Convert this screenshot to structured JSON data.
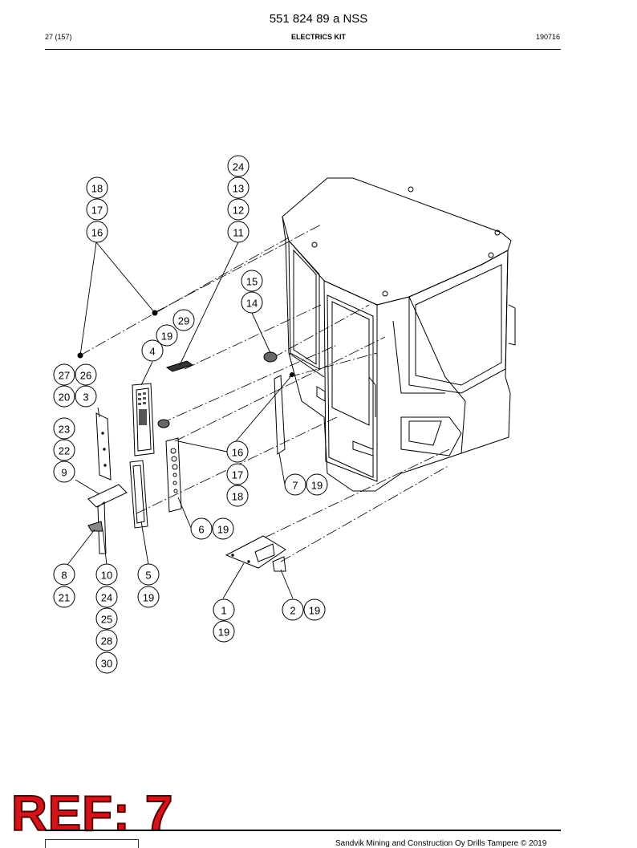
{
  "header": {
    "doc_number": "551 824 89 a NSS",
    "page": "27 (157)",
    "section": "ELECTRICS KIT",
    "date": "190716"
  },
  "callouts": [
    {
      "id": "c24a",
      "label": "24"
    },
    {
      "id": "c13",
      "label": "13"
    },
    {
      "id": "c12",
      "label": "12"
    },
    {
      "id": "c11",
      "label": "11"
    },
    {
      "id": "c18a",
      "label": "18"
    },
    {
      "id": "c17a",
      "label": "17"
    },
    {
      "id": "c16a",
      "label": "16"
    },
    {
      "id": "c15",
      "label": "15"
    },
    {
      "id": "c14",
      "label": "14"
    },
    {
      "id": "c29",
      "label": "29"
    },
    {
      "id": "c19a",
      "label": "19"
    },
    {
      "id": "c4",
      "label": "4"
    },
    {
      "id": "c27",
      "label": "27"
    },
    {
      "id": "c26",
      "label": "26"
    },
    {
      "id": "c20",
      "label": "20"
    },
    {
      "id": "c3",
      "label": "3"
    },
    {
      "id": "c23",
      "label": "23"
    },
    {
      "id": "c22",
      "label": "22"
    },
    {
      "id": "c9",
      "label": "9"
    },
    {
      "id": "c16b",
      "label": "16"
    },
    {
      "id": "c17b",
      "label": "17"
    },
    {
      "id": "c18b",
      "label": "18"
    },
    {
      "id": "c7",
      "label": "7"
    },
    {
      "id": "c19b",
      "label": "19"
    },
    {
      "id": "c6",
      "label": "6"
    },
    {
      "id": "c19c",
      "label": "19"
    },
    {
      "id": "c8",
      "label": "8"
    },
    {
      "id": "c21",
      "label": "21"
    },
    {
      "id": "c10",
      "label": "10"
    },
    {
      "id": "c24b",
      "label": "24"
    },
    {
      "id": "c25",
      "label": "25"
    },
    {
      "id": "c28",
      "label": "28"
    },
    {
      "id": "c30",
      "label": "30"
    },
    {
      "id": "c5",
      "label": "5"
    },
    {
      "id": "c19d",
      "label": "19"
    },
    {
      "id": "c1",
      "label": "1"
    },
    {
      "id": "c19e",
      "label": "19"
    },
    {
      "id": "c2",
      "label": "2"
    },
    {
      "id": "c19f",
      "label": "19"
    }
  ],
  "stamp": {
    "text": "REF: 7",
    "color": "#d4141a"
  },
  "footer": {
    "copyright": "Sandvik Mining and Construction Oy Drills Tampere © 2019"
  }
}
